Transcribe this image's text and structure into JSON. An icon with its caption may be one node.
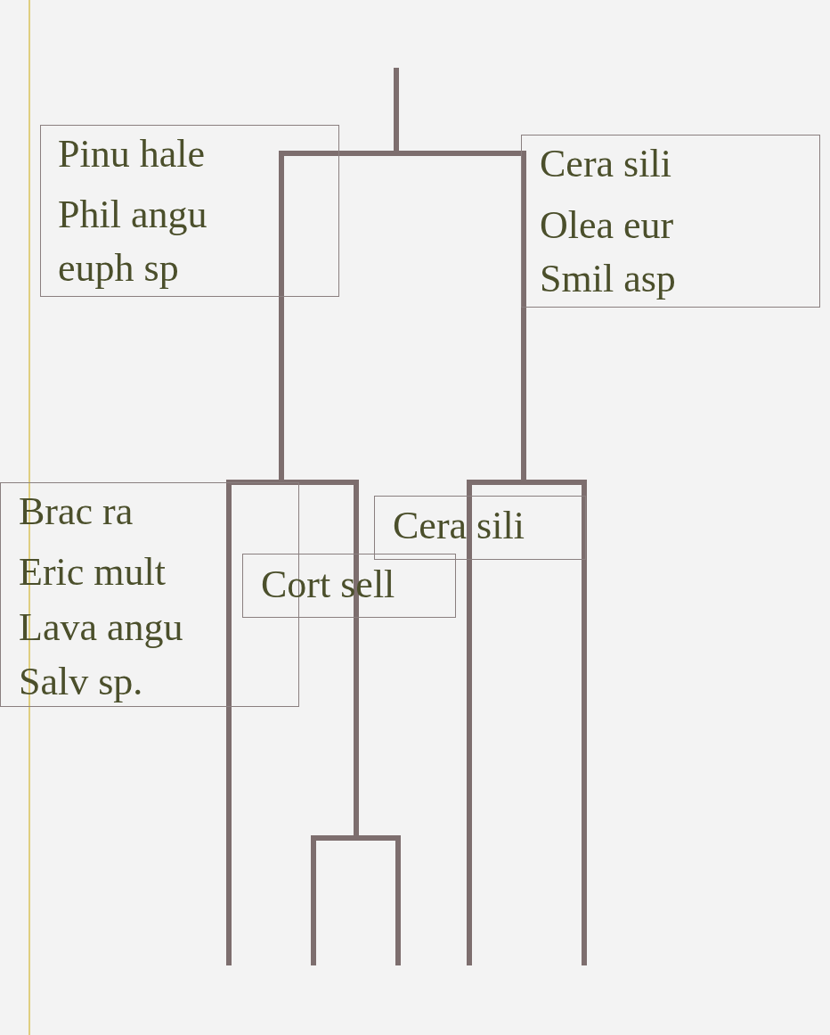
{
  "diagram": {
    "nodes": [
      {
        "text": [
          "Pinu hale",
          "Phil angu",
          "euph sp"
        ]
      },
      {
        "text": [
          "Cera sili",
          "Olea eur",
          "Smil asp"
        ]
      },
      {
        "text": [
          "Brac ra",
          "Eric mult",
          "Lava angu",
          "Salv sp."
        ]
      },
      {
        "text": [
          "Cera sili"
        ]
      },
      {
        "text": [
          "Cort sell"
        ]
      }
    ]
  }
}
